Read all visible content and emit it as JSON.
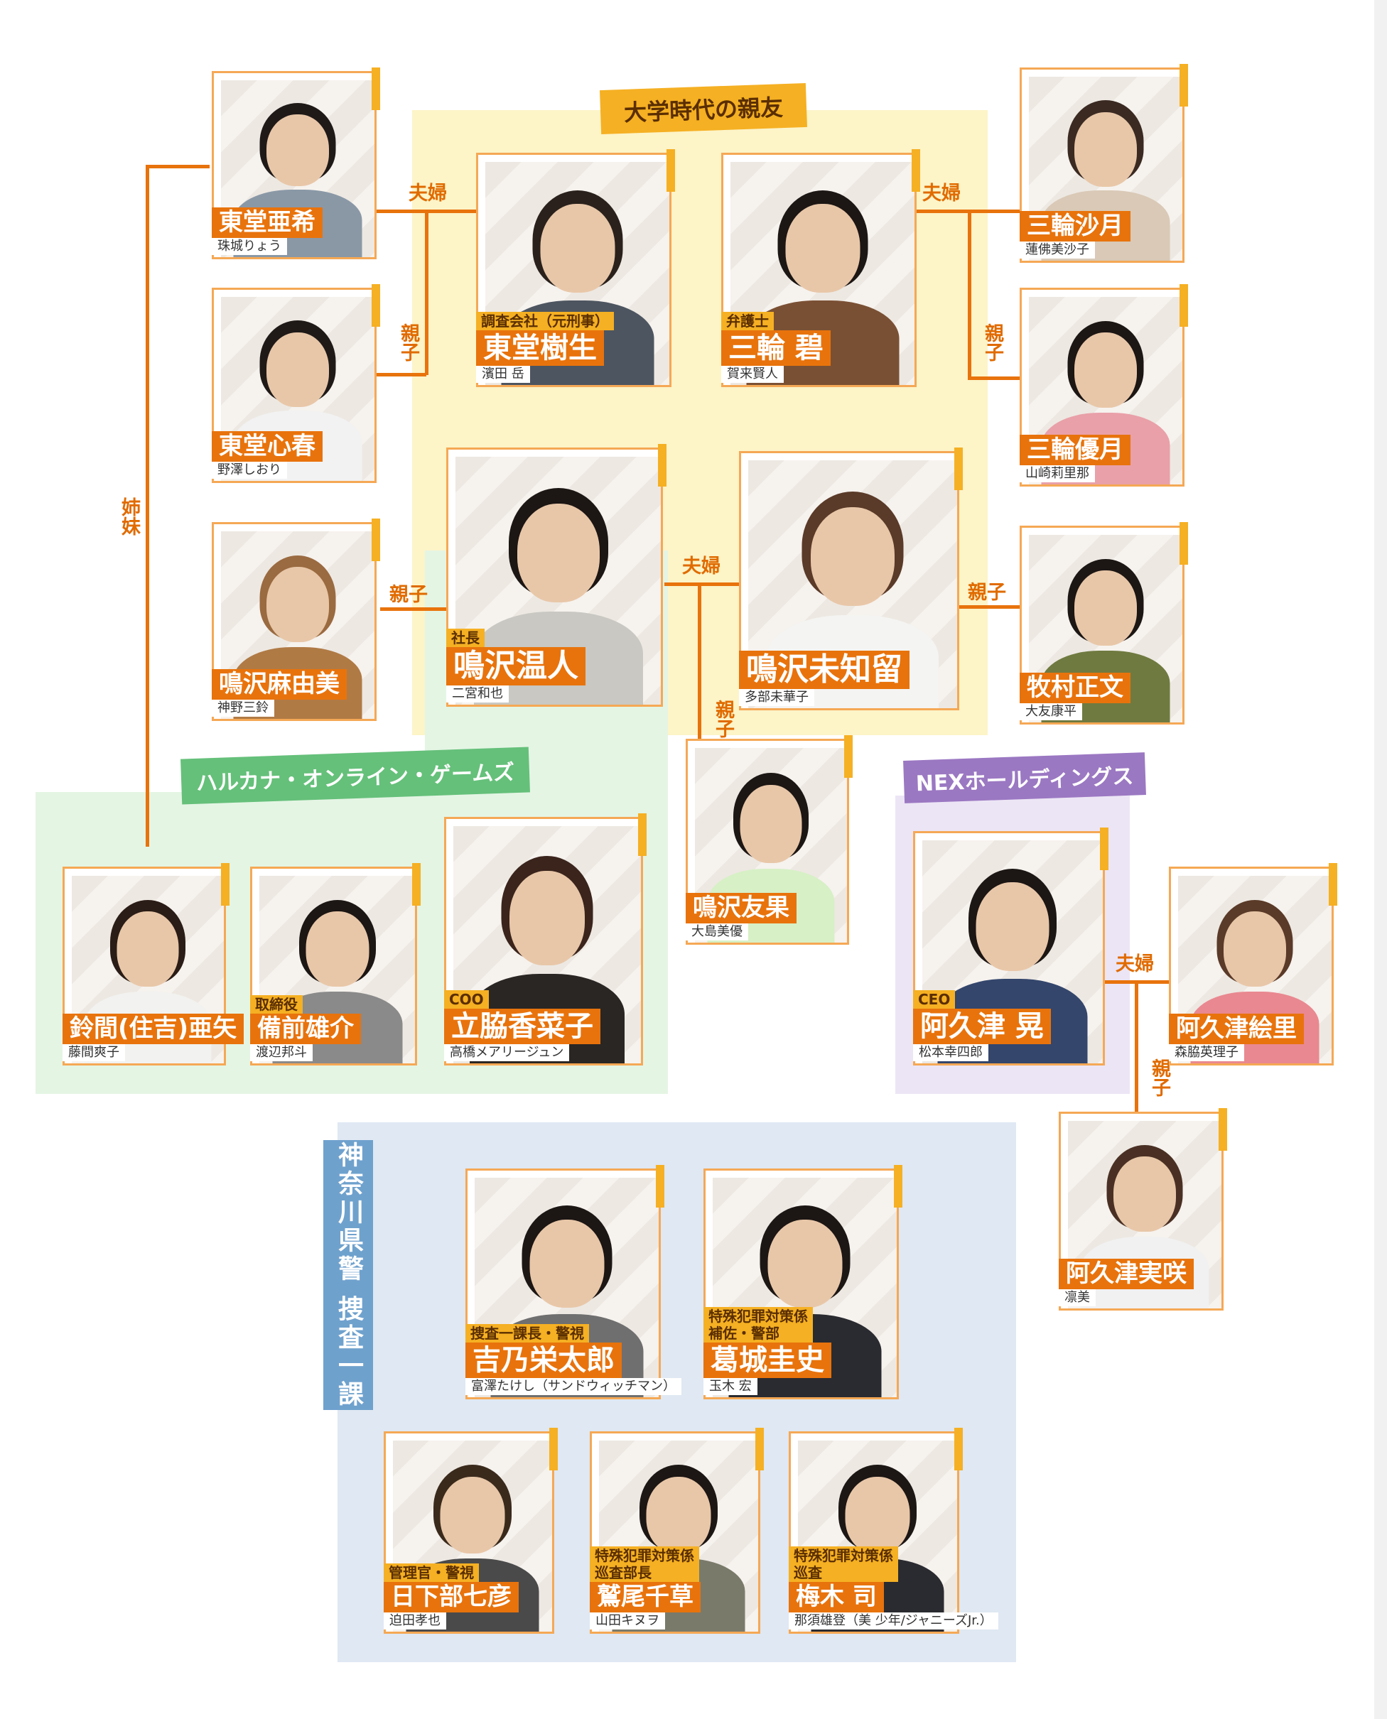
{
  "groups": {
    "daigaku": "大学時代の親友",
    "harukana": "ハルカナ・オンライン・ゲームズ",
    "nex": "NEXホールディングス",
    "police": "神奈川県警 捜査一課"
  },
  "relations": {
    "fuufu": "夫婦",
    "oyako": "親子",
    "shimai": "姉妹"
  },
  "characters": {
    "todo_aki": {
      "name": "東堂亜希",
      "actor": "珠城りょう",
      "role": ""
    },
    "todo_koharu": {
      "name": "東堂心春",
      "actor": "野澤しおり",
      "role": ""
    },
    "narusawa_mayumi": {
      "name": "鳴沢麻由美",
      "actor": "神野三鈴",
      "role": ""
    },
    "todo_itsuki": {
      "name": "東堂樹生",
      "actor": "濱田 岳",
      "role": "調査会社（元刑事）"
    },
    "miwa_heki": {
      "name": "三輪 碧",
      "actor": "賀来賢人",
      "role": "弁護士"
    },
    "miwa_satsuki": {
      "name": "三輪沙月",
      "actor": "蓮佛美沙子",
      "role": ""
    },
    "miwa_yuzuki": {
      "name": "三輪優月",
      "actor": "山崎莉里那",
      "role": ""
    },
    "narusawa_haruto": {
      "name": "鳴沢温人",
      "actor": "二宮和也",
      "role": "社長"
    },
    "narusawa_michiru": {
      "name": "鳴沢未知留",
      "actor": "多部未華子",
      "role": ""
    },
    "makimura_masafumi": {
      "name": "牧村正文",
      "actor": "大友康平",
      "role": ""
    },
    "narusawa_yuka": {
      "name": "鳴沢友果",
      "actor": "大島美優",
      "role": ""
    },
    "suzuma_aya": {
      "name": "鈴間(住吉)亜矢",
      "actor": "藤間爽子",
      "role": ""
    },
    "bizen_yusuke": {
      "name": "備前雄介",
      "actor": "渡辺邦斗",
      "role": "取締役"
    },
    "tatewaki_kanako": {
      "name": "立脇香菜子",
      "actor": "高橋メアリージュン",
      "role": "COO"
    },
    "akutsu_akira": {
      "name": "阿久津 晃",
      "actor": "松本幸四郎",
      "role": "CEO"
    },
    "akutsu_eri": {
      "name": "阿久津絵里",
      "actor": "森脇英理子",
      "role": ""
    },
    "akutsu_misaki": {
      "name": "阿久津実咲",
      "actor": "凛美",
      "role": ""
    },
    "yoshino_eitaro": {
      "name": "吉乃栄太郎",
      "actor": "富澤たけし（サンドウィッチマン）",
      "role": "捜査一課長・警視"
    },
    "katsuragi_keishi": {
      "name": "葛城圭史",
      "actor": "玉木 宏",
      "role": "特殊犯罪対策係\n補佐・警部"
    },
    "kusakabe_nanahiko": {
      "name": "日下部七彦",
      "actor": "迫田孝也",
      "role": "管理官・警視"
    },
    "washio_chigusa": {
      "name": "鷲尾千草",
      "actor": "山田キヌヲ",
      "role": "特殊犯罪対策係\n巡査部長"
    },
    "umeki_tsukasa": {
      "name": "梅木 司",
      "actor": "那須雄登（美 少年/ジャニーズJr.）",
      "role": "特殊犯罪対策係\n巡査"
    }
  },
  "colors": {
    "line": "#e8730c",
    "name_bg": "#e8730c",
    "role_bg": "#f5b023",
    "daigaku_bg": "#fdf4c8",
    "harukana_bg": "#e4f5e4",
    "nex_bg": "#ece5f5",
    "police_bg": "#dfe8f3"
  }
}
